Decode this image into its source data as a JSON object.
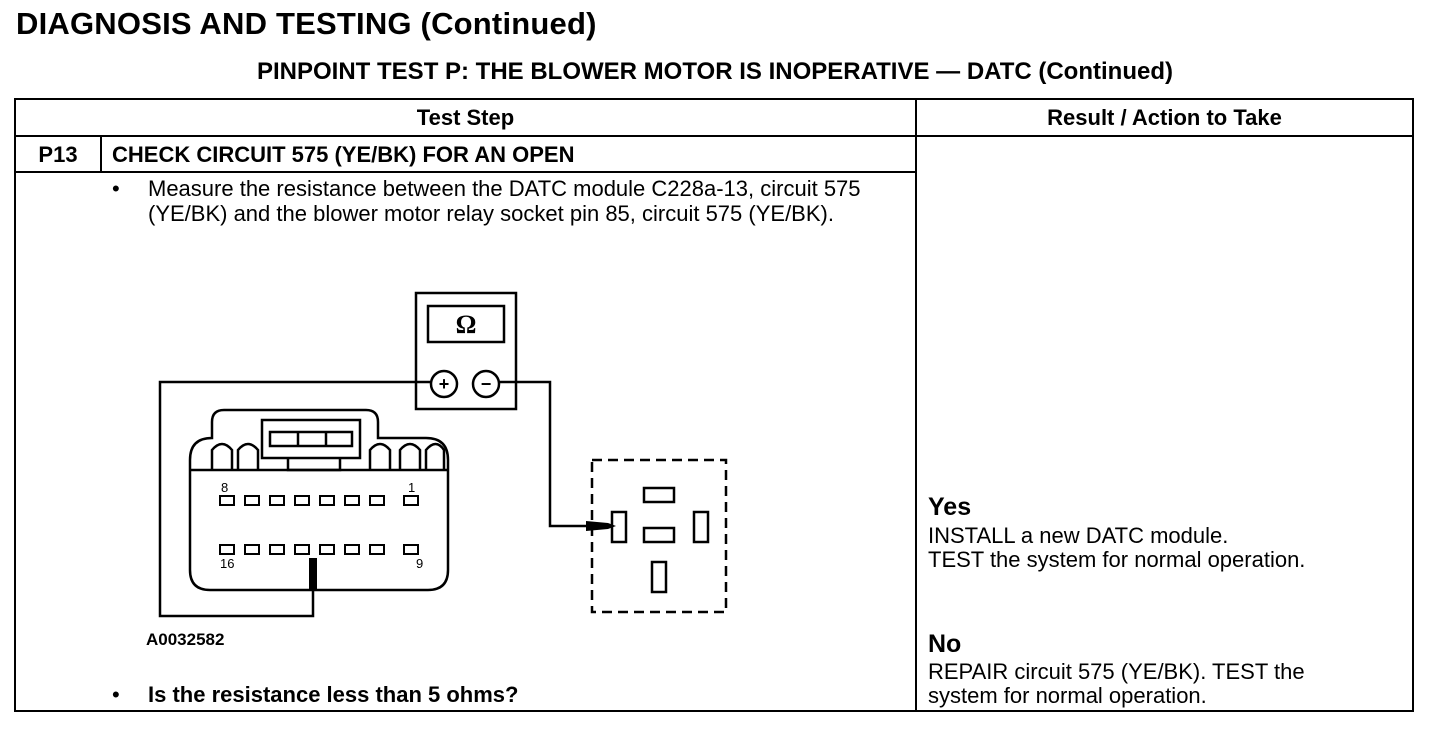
{
  "header": {
    "title": "DIAGNOSIS AND TESTING (Continued)",
    "subtitle": "PINPOINT TEST P: THE BLOWER MOTOR IS INOPERATIVE — DATC (Continued)"
  },
  "table": {
    "col_test_step": "Test Step",
    "col_result": "Result / Action to Take",
    "step": {
      "id": "P13",
      "title": "CHECK CIRCUIT 575 (YE/BK) FOR AN OPEN",
      "bullet": "•",
      "instruction": "Measure the resistance between the DATC module C228a-13, circuit 575 (YE/BK) and the blower motor relay socket pin 85, circuit 575 (YE/BK).",
      "figure": {
        "meter_symbol": "Ω",
        "plus": "+",
        "minus": "−",
        "pin_8": "8",
        "pin_1": "1",
        "pin_16": "16",
        "pin_9": "9",
        "figure_id": "A0032582"
      },
      "question": "Is the resistance less than 5 ohms?"
    },
    "results": {
      "yes_label": "Yes",
      "yes_text_1": "INSTALL a new DATC module.",
      "yes_text_2": "TEST the system for normal operation.",
      "no_label": "No",
      "no_text_1": "REPAIR circuit 575 (YE/BK). TEST the",
      "no_text_2": "system for normal operation."
    }
  }
}
